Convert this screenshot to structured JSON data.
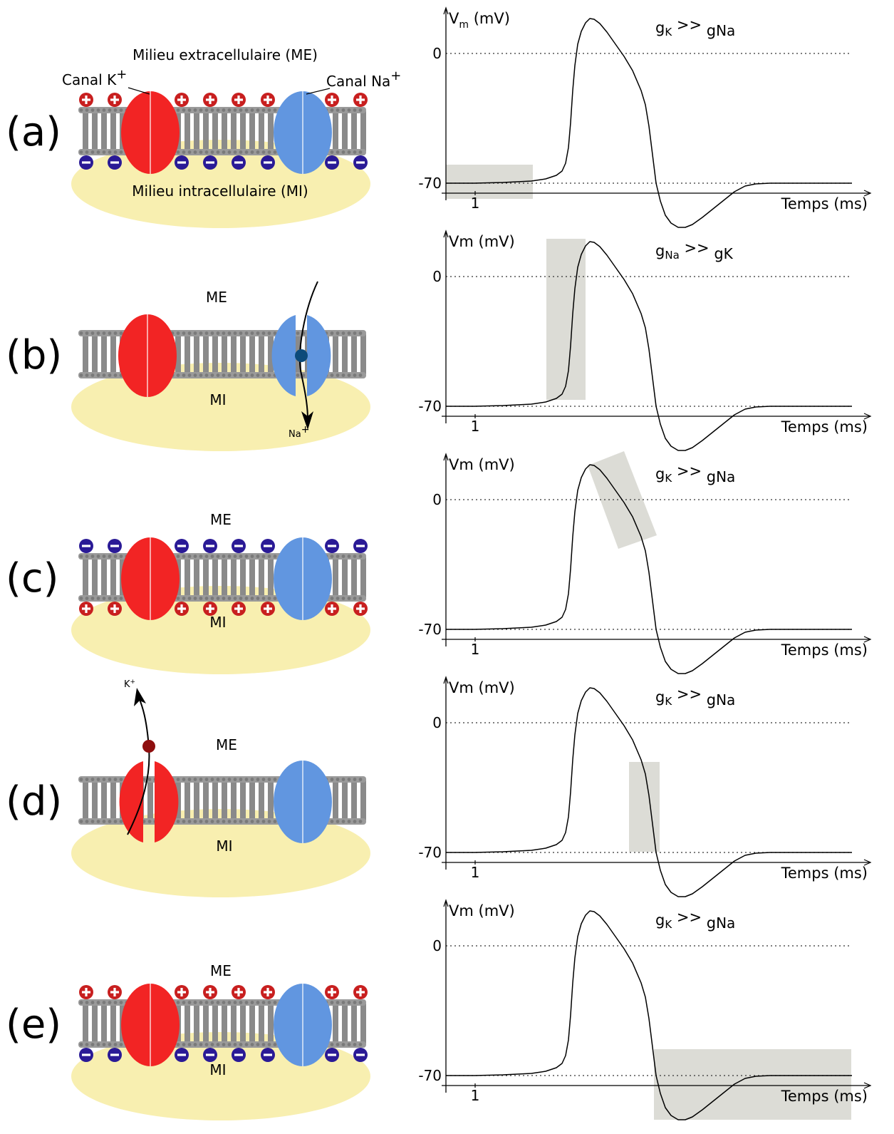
{
  "figure": {
    "panels": [
      {
        "id": "a",
        "label": "(a)",
        "cell": {
          "extracellular": "Milieu extracellulaire (ME)",
          "intracellular": "Milieu intracellulaire (MI)",
          "k_channel": "Canal K",
          "na_channel": "Canal Na",
          "channel_superscript": "+",
          "outside_charge": "positive",
          "inside_charge": "negative",
          "open_channel": "none",
          "ion_label": ""
        },
        "graph": {
          "y_title": "V",
          "y_title_sub": "m",
          "y_title_unit": " (mV)",
          "x_title": "Temps  (ms)",
          "tick_zero": "0",
          "tick_rest": "-70",
          "tick_x": "1",
          "cond_left": "g",
          "cond_left_sub": "K",
          "cond_op": " >> ",
          "cond_right": "g",
          "cond_right_sub": "Na",
          "highlight": "resting phase"
        }
      },
      {
        "id": "b",
        "label": "(b)",
        "cell": {
          "extracellular": "ME",
          "intracellular": "MI",
          "k_channel": "",
          "na_channel": "",
          "channel_superscript": "",
          "outside_charge": "none",
          "inside_charge": "none",
          "open_channel": "Na",
          "ion_label": "Na",
          "ion_superscript": "+"
        },
        "graph": {
          "y_title": "Vm",
          "y_title_sub": "",
          "y_title_unit": " (mV)",
          "x_title": "Temps  (ms)",
          "tick_zero": "0",
          "tick_rest": "-70",
          "tick_x": "1",
          "cond_left": "g",
          "cond_left_sub": "Na",
          "cond_op": " >> ",
          "cond_right": "g",
          "cond_right_sub": "K",
          "highlight": "depolarization"
        }
      },
      {
        "id": "c",
        "label": "(c)",
        "cell": {
          "extracellular": "ME",
          "intracellular": "MI",
          "k_channel": "",
          "na_channel": "",
          "channel_superscript": "",
          "outside_charge": "negative",
          "inside_charge": "positive",
          "open_channel": "none",
          "ion_label": ""
        },
        "graph": {
          "y_title": "Vm",
          "y_title_sub": "",
          "y_title_unit": " (mV)",
          "x_title": "Temps  (ms)",
          "tick_zero": "0",
          "tick_rest": "-70",
          "tick_x": "1",
          "cond_left": "g",
          "cond_left_sub": "K",
          "cond_op": " >> ",
          "cond_right": "g",
          "cond_right_sub": "Na",
          "highlight": "peak"
        }
      },
      {
        "id": "d",
        "label": "(d)",
        "cell": {
          "extracellular": "ME",
          "intracellular": "MI",
          "k_channel": "",
          "na_channel": "",
          "channel_superscript": "",
          "outside_charge": "none",
          "inside_charge": "none",
          "open_channel": "K",
          "ion_label": "K",
          "ion_superscript": "+"
        },
        "graph": {
          "y_title": "Vm",
          "y_title_sub": "",
          "y_title_unit": " (mV)",
          "x_title": "Temps  (ms)",
          "tick_zero": "0",
          "tick_rest": "-70",
          "tick_x": "1",
          "cond_left": "g",
          "cond_left_sub": "K",
          "cond_op": " >> ",
          "cond_right": "g",
          "cond_right_sub": "Na",
          "highlight": "repolarization"
        }
      },
      {
        "id": "e",
        "label": "(e)",
        "cell": {
          "extracellular": "ME",
          "intracellular": "MI",
          "k_channel": "",
          "na_channel": "",
          "channel_superscript": "",
          "outside_charge": "positive",
          "inside_charge": "negative",
          "open_channel": "none",
          "ion_label": ""
        },
        "graph": {
          "y_title": "Vm",
          "y_title_sub": "",
          "y_title_unit": " (mV)",
          "x_title": "Temps  (ms)",
          "tick_zero": "0",
          "tick_rest": "-70",
          "tick_x": "1",
          "cond_left": "g",
          "cond_left_sub": "K",
          "cond_op": " >> ",
          "cond_right": "g",
          "cond_right_sub": "Na",
          "highlight": "hyperpolarization"
        }
      }
    ],
    "colors": {
      "k_channel": "#f22424",
      "na_channel": "#6196e0",
      "cytoplasm": "#f8efb0",
      "lipid": "#8a8a8a",
      "positive_ion": "#c81f1f",
      "negative_ion": "#2a1a96",
      "na_ion": "#0c4a7a",
      "k_ion": "#8e0e0e",
      "highlight": "#dcdcd6",
      "trace": "#000000"
    }
  }
}
